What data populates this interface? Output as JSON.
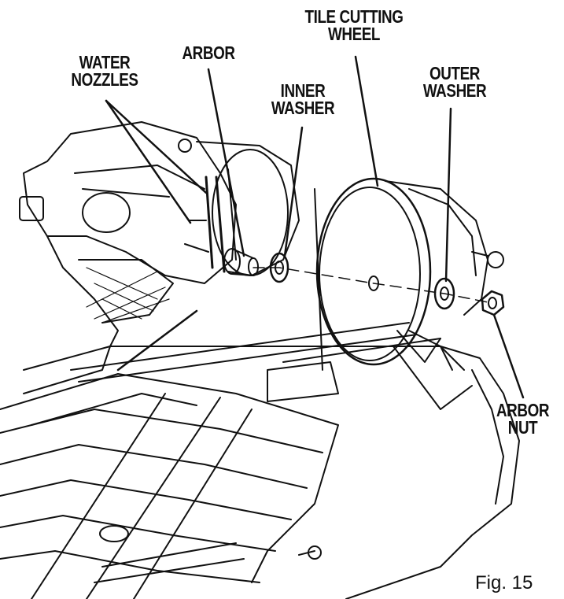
{
  "labels": {
    "water_nozzles": [
      "WATER",
      "NOZZLES"
    ],
    "arbor": [
      "ARBOR"
    ],
    "inner_washer": [
      "INNER",
      "WASHER"
    ],
    "tile_cutting_wheel": [
      "TILE CUTTING",
      "WHEEL"
    ],
    "outer_washer": [
      "OUTER",
      "WASHER"
    ],
    "arbor_nut": [
      "ARBOR",
      "NUT"
    ]
  },
  "figure_caption": "Fig. 15"
}
